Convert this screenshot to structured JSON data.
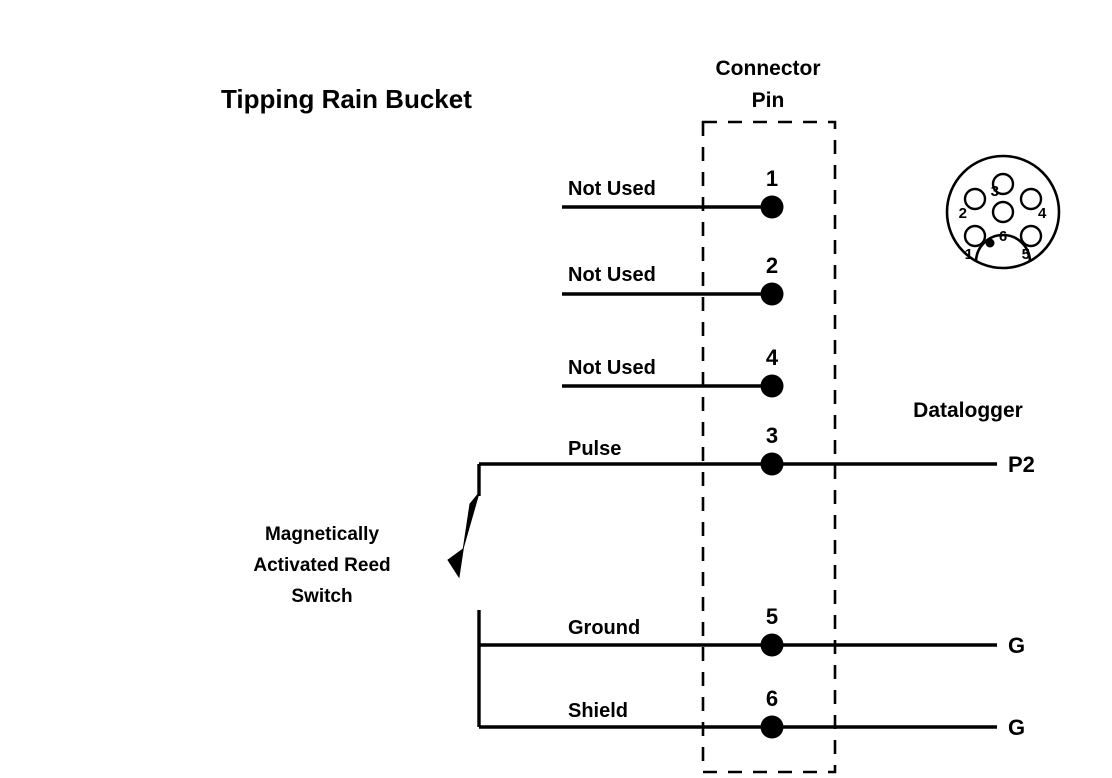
{
  "diagram": {
    "title": "Tipping Rain Bucket",
    "connector_header": {
      "line1": "Connector",
      "line2": "Pin"
    },
    "datalogger_header": "Datalogger",
    "annotation": {
      "line1": "Magnetically",
      "line2": "Activated Reed",
      "line3": "Switch"
    },
    "rows": [
      {
        "label": "Not Used",
        "pin": "1",
        "terminal": ""
      },
      {
        "label": "Not Used",
        "pin": "2",
        "terminal": ""
      },
      {
        "label": "Not Used",
        "pin": "4",
        "terminal": ""
      },
      {
        "label": "Pulse",
        "pin": "3",
        "terminal": "P2"
      },
      {
        "label": "Ground",
        "pin": "5",
        "terminal": "G"
      },
      {
        "label": "Shield",
        "pin": "6",
        "terminal": "G"
      }
    ],
    "connector_pinout": {
      "pins": [
        {
          "number": "1"
        },
        {
          "number": "2"
        },
        {
          "number": "3"
        },
        {
          "number": "4"
        },
        {
          "number": "5"
        },
        {
          "number": "6"
        }
      ]
    },
    "colors": {
      "line": "#000000",
      "background": "#ffffff"
    }
  }
}
